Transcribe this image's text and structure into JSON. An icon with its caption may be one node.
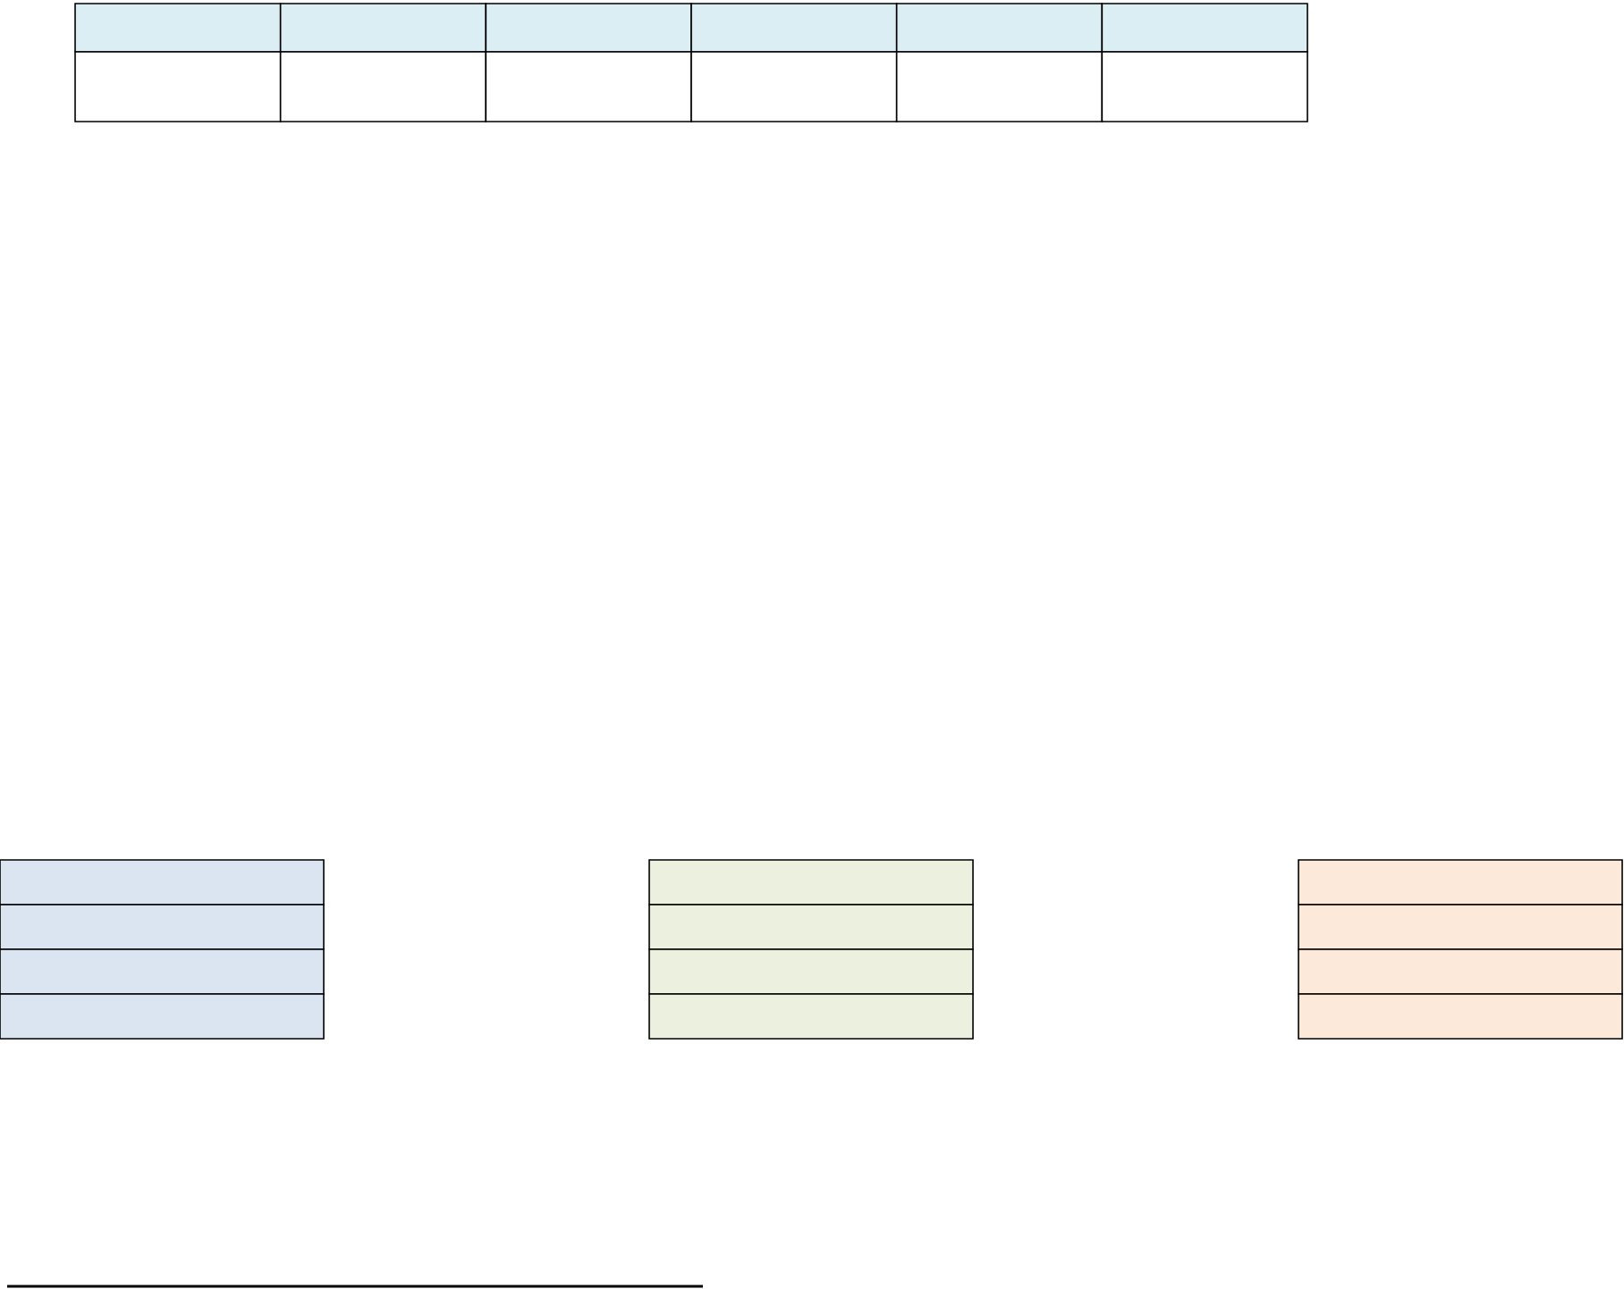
{
  "diagram": {
    "nodes": [
      {
        "text": [],
        "shape": "box"
      },
      {
        "text": [],
        "shape": "box"
      },
      {
        "text": [],
        "shape": "box"
      },
      {
        "text": [],
        "shape": "box"
      },
      {
        "text": [],
        "shape": "box"
      },
      {
        "text": [],
        "shape": "box"
      },
      {
        "text": [],
        "shape": "box"
      },
      {
        "text": [],
        "shape": "box"
      },
      {
        "text": [],
        "shape": "box"
      },
      {
        "text": [],
        "shape": "box"
      },
      {
        "text": [],
        "shape": "box"
      },
      {
        "text": [],
        "shape": "box"
      },
      {
        "text": [],
        "shape": "box"
      },
      {
        "text": [],
        "shape": "box"
      },
      {
        "text": [],
        "shape": "box"
      },
      {
        "text": [],
        "shape": "box"
      },
      {
        "text": [],
        "shape": "box"
      },
      {
        "text": [],
        "shape": "box"
      },
      {
        "text": [],
        "shape": "box"
      },
      {
        "text": [],
        "shape": "box"
      },
      {
        "text": [],
        "shape": "box"
      },
      {
        "text": [],
        "shape": "box"
      },
      {
        "text": [],
        "shape": "box"
      },
      {
        "text": [],
        "shape": "box"
      }
    ]
  }
}
